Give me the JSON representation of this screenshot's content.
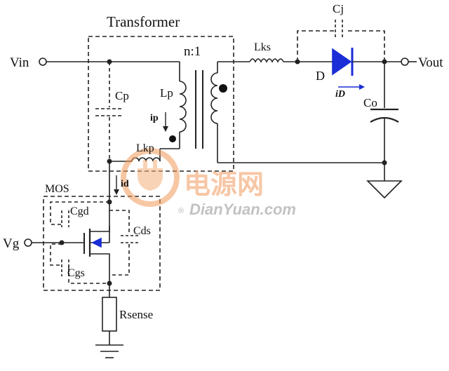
{
  "diagram": {
    "title": "Transformer",
    "ratio": "n:1",
    "terminals": {
      "vin": "Vin",
      "vout": "Vout",
      "vg": "Vg"
    },
    "components": {
      "lks": "Lks",
      "cj": "Cj",
      "d": "D",
      "id_diode": "iD",
      "co": "Co",
      "cp": "Cp",
      "lp": "Lp",
      "ip": "ip",
      "lkp": "Lkp",
      "id_mos": "id",
      "mos": "MOS",
      "cgd": "Cgd",
      "cds": "Cds",
      "cgs": "Cgs",
      "rsense": "Rsense"
    },
    "colors": {
      "wire": "#222222",
      "diode": "#1a2dd6",
      "mos_arrow": "#1a2dd6",
      "watermark": "#e86a1a"
    }
  },
  "watermark": {
    "cn": "电源网",
    "en": "DianYuan.com",
    "reg": "®"
  }
}
